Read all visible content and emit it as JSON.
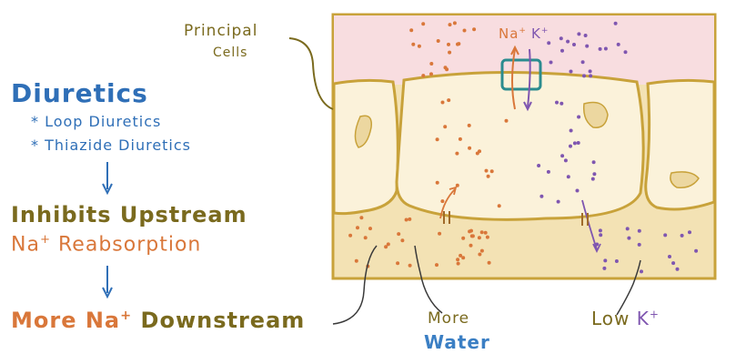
{
  "left_text": {
    "title": "Diuretics",
    "sub1": "* Loop Diuretics",
    "sub2": "* Thiazide Diuretics",
    "inhibit_line1": "Inhibits Upstream",
    "inhibit_na": "Na",
    "inhibit_rest": " Reabsorption",
    "more_prefix": "More Na",
    "more_suffix": " Downstream"
  },
  "diagram": {
    "principal_line1": "Principal",
    "principal_line2": "Cells",
    "na_label": "Na",
    "k_label": "K",
    "more_line": "More",
    "water_line": "Water",
    "low_k_prefix": "Low K"
  },
  "superscripts": {
    "plus": "+"
  },
  "colors": {
    "blue": "#2f6fb7",
    "olive": "#7a6a1e",
    "orange": "#d9773a",
    "purple": "#7f56b0",
    "lumen_pink": "#f8dde0",
    "cell_fill": "#fbf2da",
    "interstitium": "#f3e2b4",
    "border": "#c8a23a",
    "channel": "#2b8c8f"
  }
}
